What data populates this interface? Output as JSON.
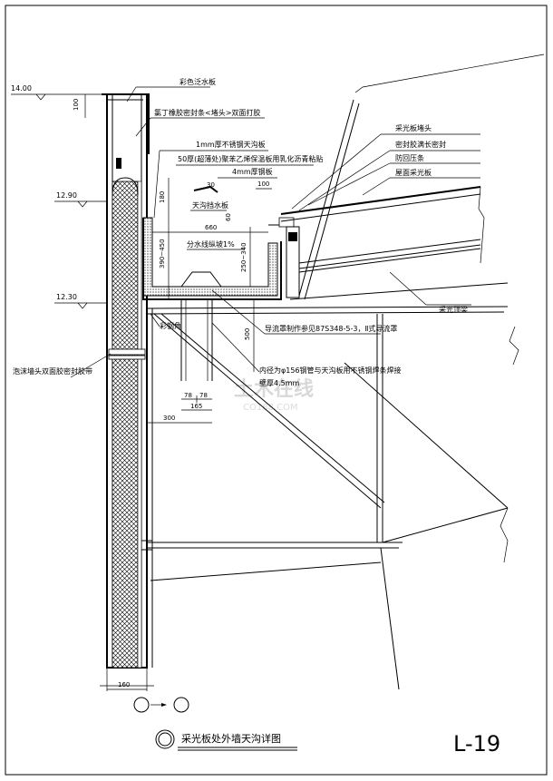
{
  "title": "采光板处外墙天沟详图",
  "sheet_no": "L-19",
  "elevations": [
    "14.00",
    "12.90",
    "12.30"
  ],
  "callouts_top": [
    "彩色泛水板",
    "氯丁橡胶密封条<堵头>双面打胶"
  ],
  "callouts_right": [
    "采光板堵头",
    "密封胶满长密封",
    "防回压条",
    "屋面采光板"
  ],
  "gutter_notes": [
    "1mm厚不锈钢天沟板",
    "50厚(超薄处)聚苯乙烯保温板用乳化沥青粘贴",
    "4mm厚钢板",
    "天沟挡水板"
  ],
  "flow_divider": "分水线纵坡1%",
  "flashing_corner": "彩钢角",
  "left_note": "泡沫墙头双面胶密封胶带",
  "skylight_purlin": "采光顶梁",
  "drain_note": "导流罩制作参见87S348-5-3，Ⅱ式导流罩",
  "pipe_note": [
    "内径为φ156钢管与天沟板用不锈钢焊条焊接",
    "壁厚4.5mm"
  ],
  "dims": {
    "d100a": "100",
    "d180": "180",
    "d390_450": "390~450",
    "d250_340": "250~340",
    "d660": "660",
    "d100b": "100",
    "d60": "60",
    "d500": "500",
    "d78a": "78",
    "d78b": "78",
    "d165": "165",
    "d300": "300",
    "d160": "160",
    "d30": "30"
  },
  "watermark": [
    "土木在线",
    "CO188.COM"
  ]
}
